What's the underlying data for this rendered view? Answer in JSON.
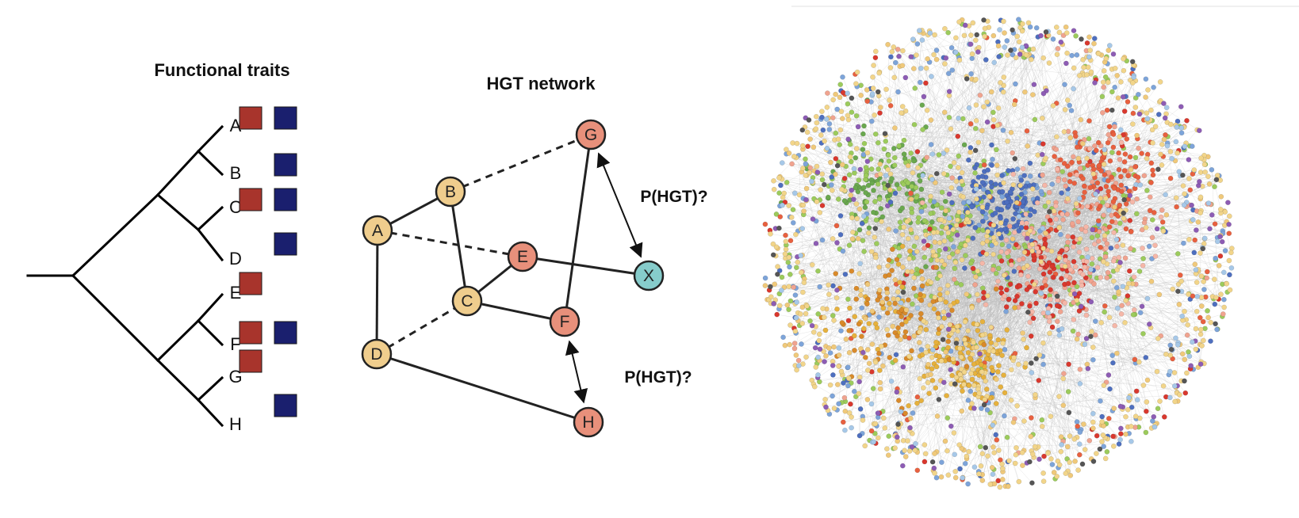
{
  "tree": {
    "title": "Functional traits",
    "leaves": [
      {
        "label": "A",
        "trait1": true,
        "trait2": true
      },
      {
        "label": "B",
        "trait1": false,
        "trait2": true
      },
      {
        "label": "C",
        "trait1": true,
        "trait2": true
      },
      {
        "label": "D",
        "trait1": false,
        "trait2": true
      },
      {
        "label": "E",
        "trait1": true,
        "trait2": false
      },
      {
        "label": "F",
        "trait1": true,
        "trait2": true
      },
      {
        "label": "G",
        "trait1": true,
        "trait2": false
      },
      {
        "label": "H",
        "trait1": false,
        "trait2": true
      }
    ],
    "colors": {
      "trait1": "#a8342c",
      "trait2": "#1a1f6e",
      "branch": "#000000"
    }
  },
  "network": {
    "title": "HGT network",
    "nodes": [
      {
        "id": "A",
        "group": "tan"
      },
      {
        "id": "B",
        "group": "tan"
      },
      {
        "id": "C",
        "group": "tan"
      },
      {
        "id": "D",
        "group": "tan"
      },
      {
        "id": "E",
        "group": "salmon"
      },
      {
        "id": "F",
        "group": "salmon"
      },
      {
        "id": "G",
        "group": "salmon"
      },
      {
        "id": "H",
        "group": "salmon"
      },
      {
        "id": "X",
        "group": "teal"
      }
    ],
    "edges": [
      {
        "from": "A",
        "to": "B",
        "style": "solid"
      },
      {
        "from": "A",
        "to": "D",
        "style": "solid"
      },
      {
        "from": "B",
        "to": "C",
        "style": "solid"
      },
      {
        "from": "C",
        "to": "E",
        "style": "solid"
      },
      {
        "from": "C",
        "to": "F",
        "style": "solid"
      },
      {
        "from": "E",
        "to": "X",
        "style": "solid"
      },
      {
        "from": "F",
        "to": "G",
        "style": "solid"
      },
      {
        "from": "D",
        "to": "H",
        "style": "solid"
      },
      {
        "from": "B",
        "to": "G",
        "style": "dashed"
      },
      {
        "from": "A",
        "to": "E",
        "style": "dashed"
      },
      {
        "from": "D",
        "to": "C",
        "style": "dashed"
      }
    ],
    "arrows": [
      {
        "from": "G",
        "to": "X",
        "label": "P(HGT)?"
      },
      {
        "from": "F",
        "to": "H",
        "label": "P(HGT)?"
      }
    ],
    "colors": {
      "tan": "#efcd8d",
      "salmon": "#e8907b",
      "teal": "#86cccb",
      "stroke": "#222222"
    }
  },
  "hairball": {
    "palette": [
      "#f2d58a",
      "#f0c97a",
      "#9ccb5c",
      "#6aa84f",
      "#4e6fbf",
      "#7da4d9",
      "#a6c8e8",
      "#e8603f",
      "#d9382e",
      "#f0a38f",
      "#e6b13d",
      "#d98a2a",
      "#8d5cb4",
      "#555555",
      "#f5b7a8"
    ],
    "edge_color": "#b9b9b9"
  }
}
